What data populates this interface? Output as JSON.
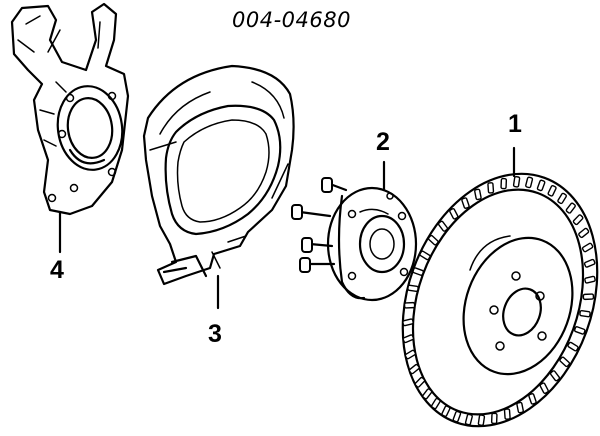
{
  "diagram": {
    "code": "004-04680",
    "callouts": [
      {
        "id": "rotor",
        "number": "1"
      },
      {
        "id": "hub",
        "number": "2"
      },
      {
        "id": "shield",
        "number": "3"
      },
      {
        "id": "knuckle",
        "number": "4"
      }
    ]
  }
}
